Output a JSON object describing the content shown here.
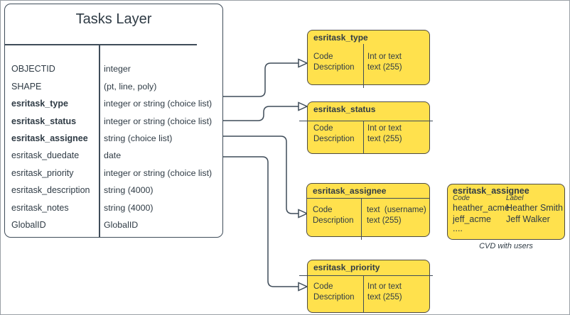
{
  "colors": {
    "domain_fill": "#ffe14d",
    "domain_border": "#4d4a43",
    "line": "#3f4c59",
    "text": "#2f3b45",
    "frame_border": "#9aa0a6"
  },
  "tasks_layer": {
    "title": "Tasks Layer",
    "fields": [
      {
        "name": "OBJECTID",
        "type": "integer"
      },
      {
        "name": "SHAPE",
        "type": "(pt, line, poly)"
      },
      {
        "name": "esritask_type",
        "type": "integer or string (choice list)"
      },
      {
        "name": "esritask_status",
        "type": "integer or string (choice list)"
      },
      {
        "name": "esritask_assignee",
        "type": "string (choice list)"
      },
      {
        "name": "esritask_duedate",
        "type": "date"
      },
      {
        "name": "esritask_priority",
        "type": "integer or string (choice list)"
      },
      {
        "name": "esritask_description",
        "type": "string (4000)"
      },
      {
        "name": "esritask_notes",
        "type": "string (4000)"
      },
      {
        "name": "GlobalID",
        "type": "GlobalID"
      }
    ]
  },
  "domains": [
    {
      "title": "esritask_type",
      "attributes": [
        "Code",
        "Description"
      ],
      "types": [
        "Int or text",
        "text (255)"
      ]
    },
    {
      "title": "esritask_status",
      "attributes": [
        "Code",
        "Description"
      ],
      "types": [
        "Int or text",
        "text (255)"
      ]
    },
    {
      "title": "esritask_assignee",
      "attributes": [
        "Code",
        "Description"
      ],
      "types": [
        "text  (username)",
        "text (255)"
      ]
    },
    {
      "title": "esritask_priority",
      "attributes": [
        "Code",
        "Description"
      ],
      "types": [
        "Int or text",
        "text (255)"
      ]
    }
  ],
  "assignee_cvd": {
    "title": "esritask_assignee",
    "columns": [
      "Code",
      "Label"
    ],
    "rows": [
      [
        "heather_acme",
        "Heather Smith"
      ],
      [
        "jeff_acme",
        "Jeff Walker"
      ]
    ],
    "ellipsis": "....",
    "caption": "CVD with users"
  }
}
